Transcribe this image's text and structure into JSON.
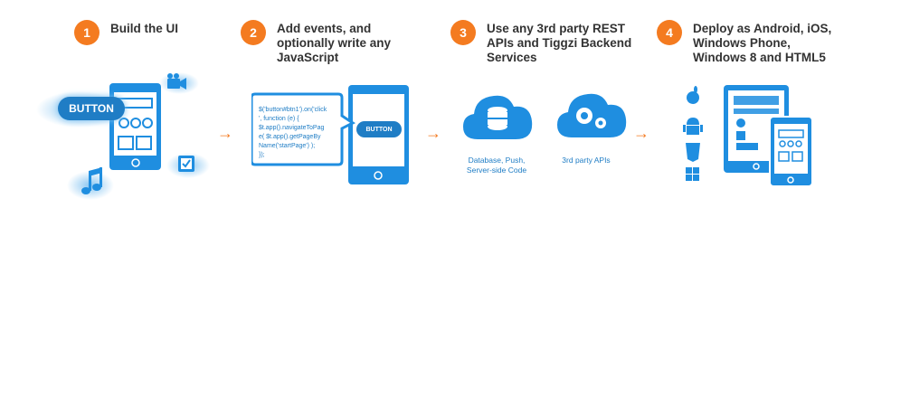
{
  "steps": [
    {
      "number": "1",
      "title": "Build the UI"
    },
    {
      "number": "2",
      "title": "Add events, and\noptionally write any\nJavaScript"
    },
    {
      "number": "3",
      "title": "Use any 3rd party REST\nAPIs and Tiggzi Backend\nServices"
    },
    {
      "number": "4",
      "title": "Deploy as Android, iOS,\nWindows Phone,\nWindows 8 and HTML5"
    }
  ],
  "step1": {
    "button_label": "BUTTON"
  },
  "step2": {
    "code": "$('button#btn1').on('click', function (e) {\n$t.app().navigateToPage( $t.app().getPageBy\nName('startPage') );\n});",
    "code_lines": [
      "$('button#btn1').on('click",
      "', function (e) {",
      "$t.app().navigateToPag",
      "e( $t.app().getPageBy",
      "Name('startPage') );",
      "});"
    ],
    "button_label": "BUTTON"
  },
  "step3": {
    "backend_caption": "Database, Push,\nServer-side Code",
    "apis_caption": "3rd party APIs"
  },
  "arrow_symbol": "→",
  "colors": {
    "accent": "#f47b20",
    "brand_blue": "#1f8ee0",
    "text": "#333333"
  }
}
